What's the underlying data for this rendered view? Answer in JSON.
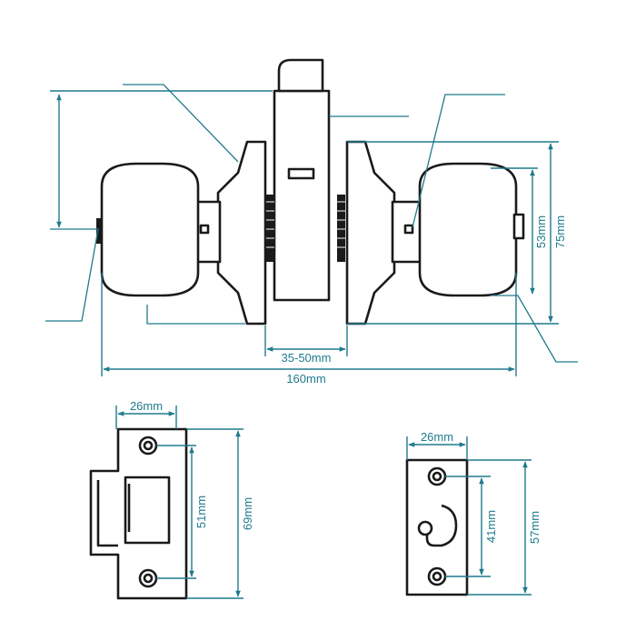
{
  "colors": {
    "dimension": "#1f7a8c",
    "outline": "#1a1a1a",
    "background": "#ffffff"
  },
  "dimensions": {
    "backset": "35-50mm",
    "overall_length": "160mm",
    "knob_diameter": "53mm",
    "rose_diameter": "75mm",
    "strike_width": "26mm",
    "strike_hole_spacing": "51mm",
    "strike_height": "69mm",
    "latch_face_width": "26mm",
    "latch_hole_spacing": "41mm",
    "latch_face_height": "57mm"
  },
  "icons": [
    "screw-hole-icon",
    "keyhole-icon",
    "latch-bolt-icon"
  ]
}
